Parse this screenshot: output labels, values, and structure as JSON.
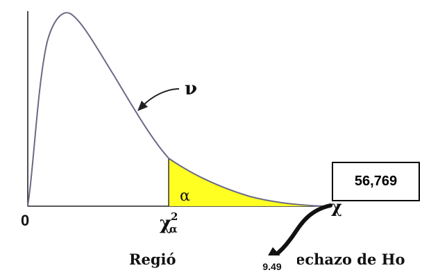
{
  "diagram": {
    "origin_label": "0",
    "critical_label_base": "χ",
    "critical_label_sub": "α",
    "critical_label_sup": "2",
    "axis_end_label": "χ",
    "curve_label": "ν",
    "area_label": "α",
    "region_caption_left": "Regió",
    "region_caption_right": "echazo de Ho",
    "critical_value": "9.49",
    "statistic_value": "56,769",
    "area_color": "#ffff22",
    "curve_color": "#6a6a86"
  }
}
